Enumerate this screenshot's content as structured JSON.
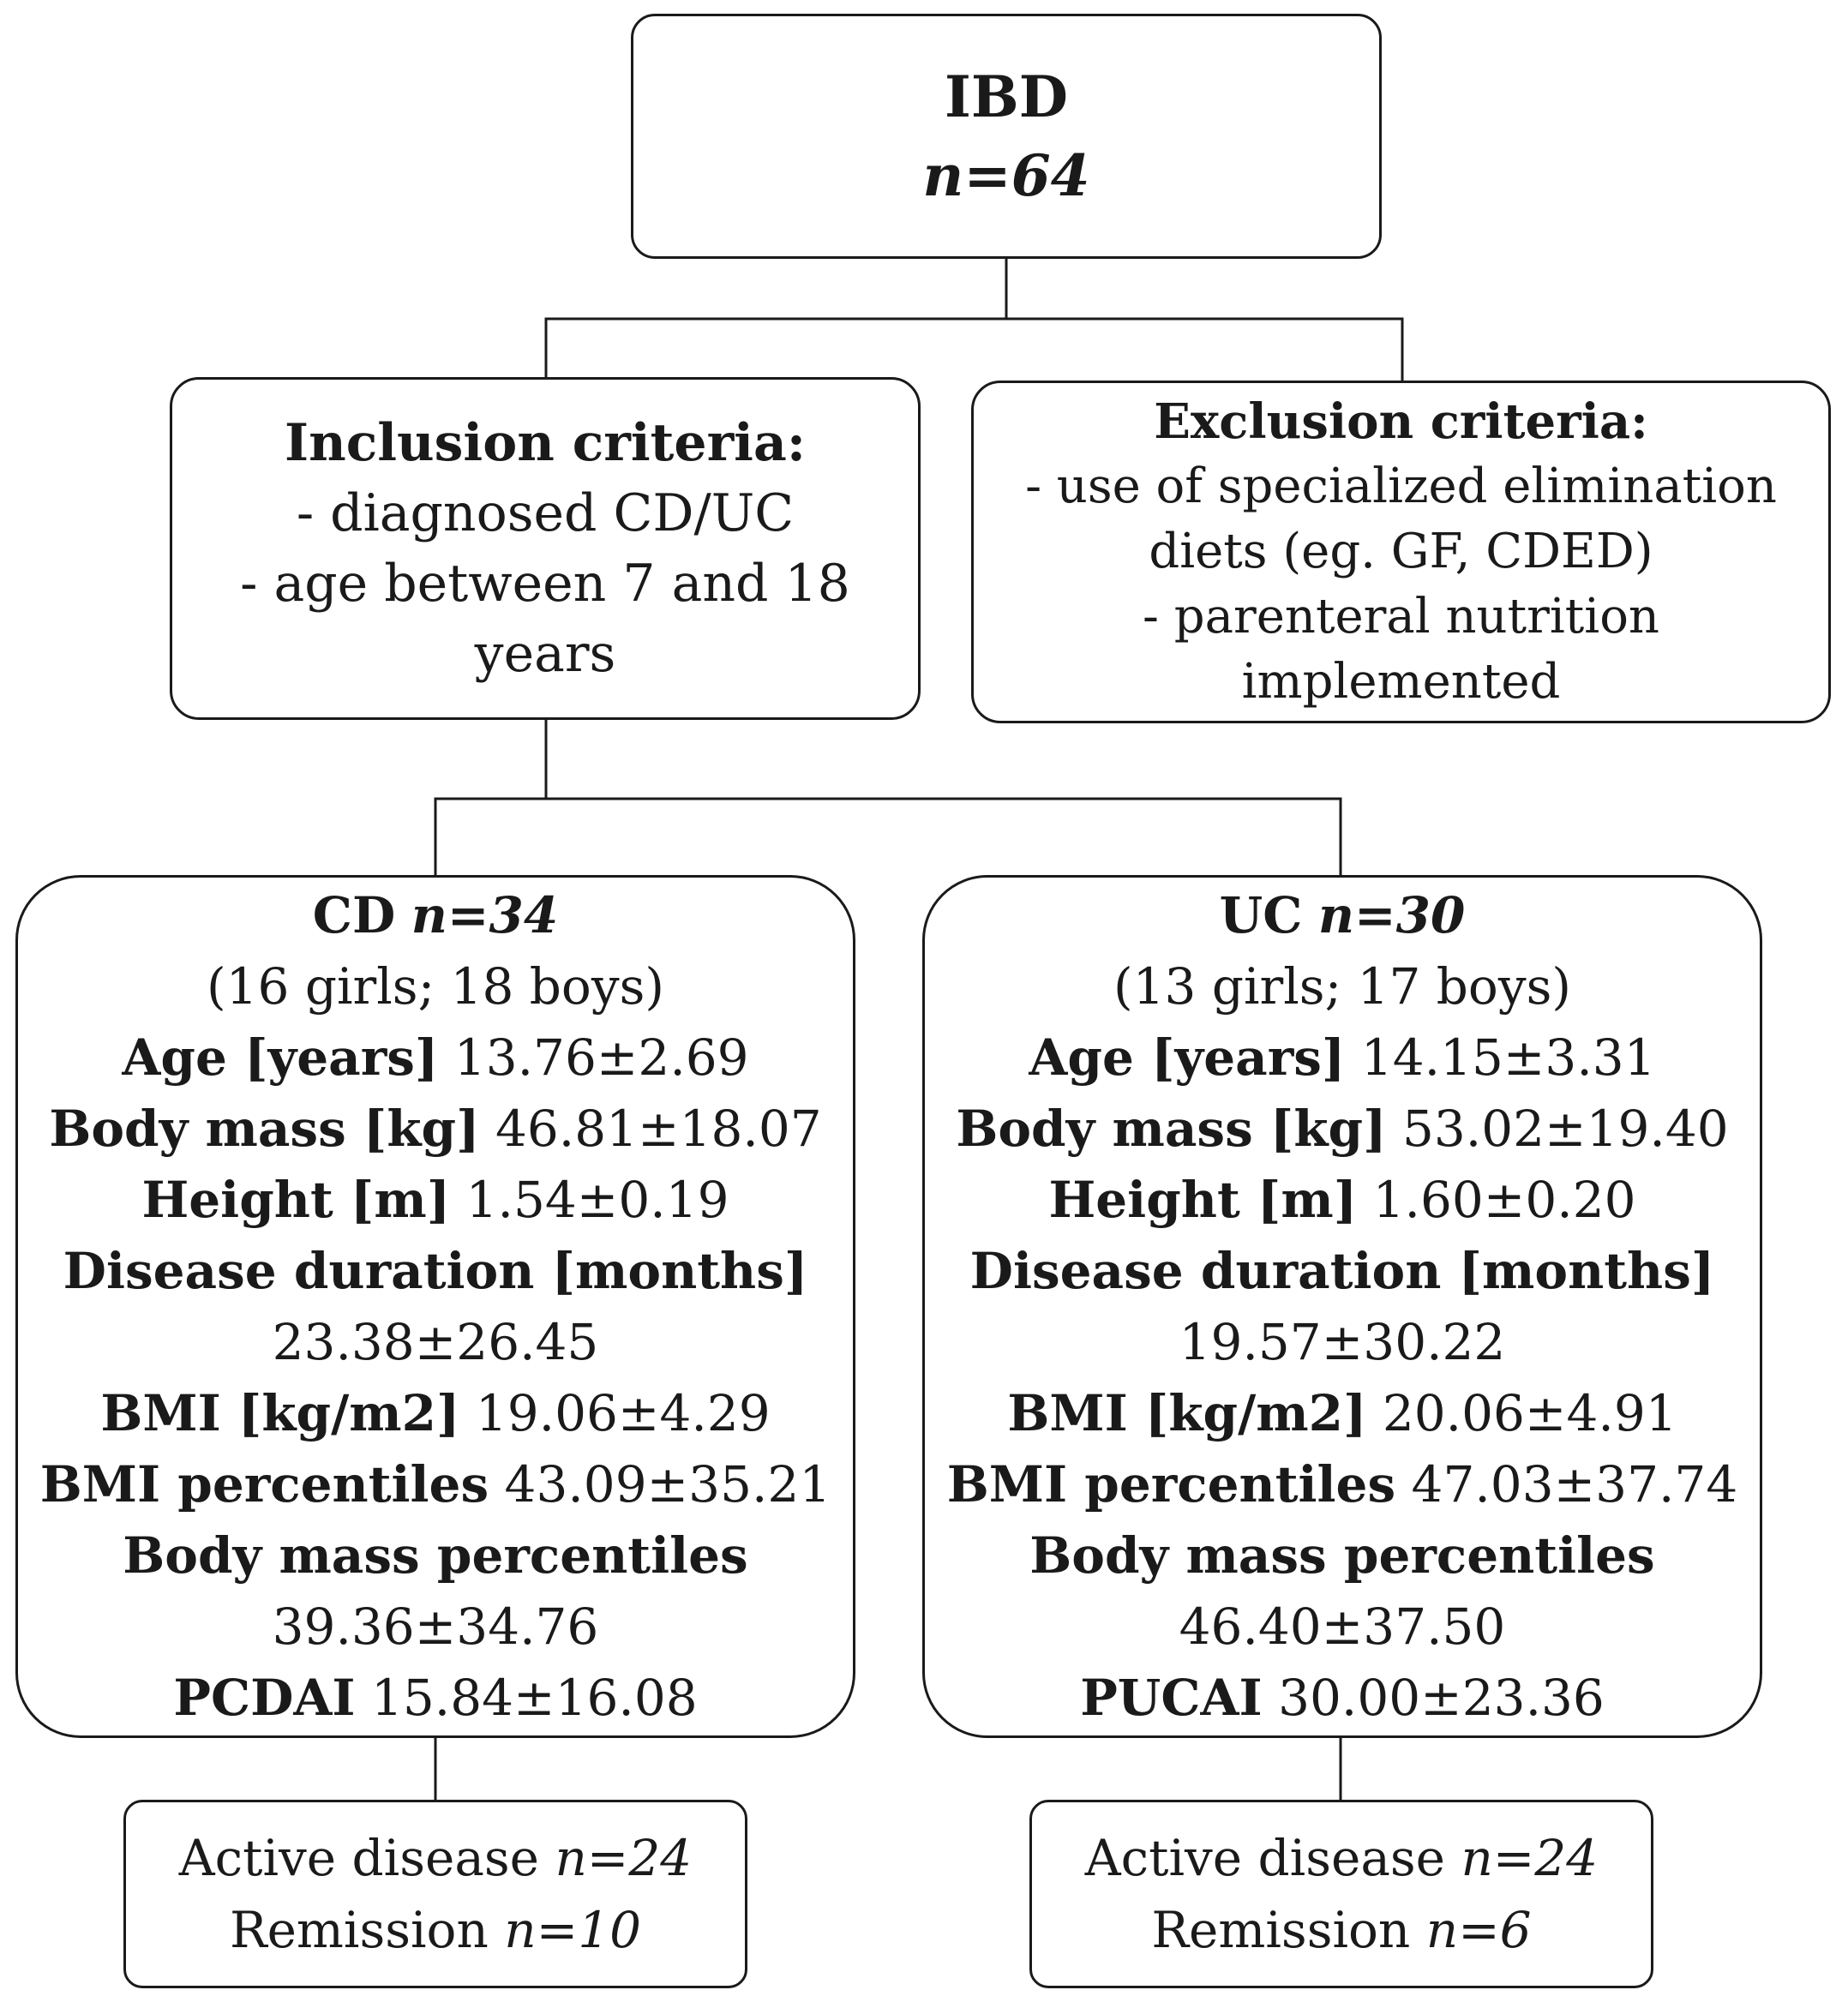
{
  "root": {
    "title": "IBD",
    "count": "n=64"
  },
  "inclusion": {
    "heading": "Inclusion criteria:",
    "items": [
      "- diagnosed CD/UC",
      "- age between 7 and 18",
      "years"
    ]
  },
  "exclusion": {
    "heading": "Exclusion  criteria:",
    "items": [
      "- use of specialized elimination",
      "diets (eg. GF, CDED)",
      "- parenteral nutrition",
      "implemented"
    ]
  },
  "cd": {
    "title": "CD",
    "count": "n=34",
    "sex": "(16 girls; 18 boys)",
    "age_label": "Age [years]",
    "age_value": "13.76±2.69",
    "mass_label": "Body mass [kg]",
    "mass_value": "46.81±18.07",
    "height_label": "Height [m]",
    "height_value": "1.54±0.19",
    "duration_label": "Disease duration [months]",
    "duration_value": "23.38±26.45",
    "bmi_label": "BMI [kg/m2]",
    "bmi_value": "19.06±4.29",
    "bmi_pct_label": "BMI percentiles",
    "bmi_pct_value": "43.09±35.21",
    "mass_pct_label": "Body mass percentiles",
    "mass_pct_value": "39.36±34.76",
    "index_label": "PCDAI",
    "index_value": "15.84±16.08",
    "active_label": "Active disease",
    "active_count": "n=24",
    "remission_label": "Remission",
    "remission_count": "n=10"
  },
  "uc": {
    "title": "UC",
    "count": "n=30",
    "sex": "(13 girls; 17 boys)",
    "age_label": "Age [years]",
    "age_value": "14.15±3.31",
    "mass_label": "Body mass [kg]",
    "mass_value": "53.02±19.40",
    "height_label": "Height [m]",
    "height_value": "1.60±0.20",
    "duration_label": "Disease duration [months]",
    "duration_value": "19.57±30.22",
    "bmi_label": "BMI [kg/m2]",
    "bmi_value": "20.06±4.91",
    "bmi_pct_label": "BMI percentiles",
    "bmi_pct_value": "47.03±37.74",
    "mass_pct_label": "Body mass percentiles",
    "mass_pct_value": "46.40±37.50",
    "index_label": "PUCAI",
    "index_value": "30.00±23.36",
    "active_label": "Active disease",
    "active_count": "n=24",
    "remission_label": "Remission",
    "remission_count": "n=6"
  }
}
